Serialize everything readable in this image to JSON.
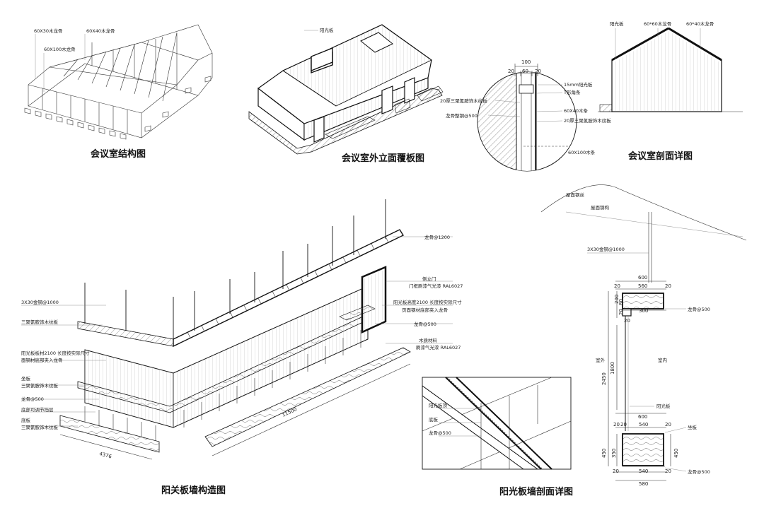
{
  "captions": {
    "structure": "会议室结构图",
    "cladding": "会议室外立面覆板图",
    "section": "会议室剖面详图",
    "wall_construction": "阳关板墙构造图",
    "wall_section": "阳光板墙剖面详图"
  },
  "structure_labels": {
    "a": "60X30木龙骨",
    "b": "60X40木龙骨",
    "c": "60X100木龙骨"
  },
  "cladding_labels": {
    "a": "阳光板"
  },
  "section_detail": {
    "d100": "100",
    "d20a": "20",
    "d60": "60",
    "d20b": "20",
    "n1": "15mm阳光板",
    "n2": "T形角条",
    "n3": "20厚三聚氰胺饰木纹板",
    "n4": "60X40木条",
    "n5": "龙骨整钢@500",
    "n6": "20厚三聚氰胺饰木纹板",
    "n7": "60X100木条"
  },
  "section_elev": {
    "a": "阳光板",
    "b": "60*60木龙骨",
    "c": "60*40木龙骨"
  },
  "wall_labels": {
    "l1": "3X30金钢@1000",
    "l2": "三聚氰胺饰木纹板",
    "l3": "阳光板板材2100  长度按实际尺寸",
    "l4": "面钢材底部夹入龙骨",
    "l5": "坐板",
    "l6": "三聚氰胺饰木纹板",
    "l7": "龙骨@500",
    "l8": "底部可调节挡层",
    "l9": "底板",
    "l10": "三聚氰胺饰木纹板",
    "r1": "龙骨@1200",
    "r2": "侧立门",
    "r3": "门框刷漆气光漆  RAL6027",
    "r4": "阳光板高度2100  长度按实际尺寸",
    "r5": "页面钢材底部夹入龙骨",
    "r6": "龙骨@500",
    "r7": "木质材料",
    "r8": "刷漆气光漆  RAL6027",
    "dim_long": "11500",
    "dim_short": "4376"
  },
  "zoom_labels": {
    "a": "阳光板顶",
    "b": "底板",
    "c": "龙骨@500"
  },
  "wall_section": {
    "t1": "屋面钢丝",
    "t2": "屋面钢构",
    "t3": "3X30金钢@1000",
    "w600a": "600",
    "w20a": "20",
    "w560": "560",
    "w20b": "20",
    "h200": "200",
    "h80": "80",
    "h20a": "20",
    "w300": "300",
    "w20c": "20",
    "n_top": "龙骨@500",
    "h2450": "2450",
    "h1800": "1800",
    "out": "室外",
    "in": "室内",
    "sun": "阳光板",
    "w600b": "600",
    "w20d": "20",
    "w20e": "20",
    "w540a": "540",
    "w20f": "20",
    "n_seat": "坐板",
    "h450a": "450",
    "h350": "350",
    "h450b": "450",
    "w20g": "20",
    "w540b": "540",
    "w20h": "20",
    "w580": "580",
    "n_bot": "龙骨@500"
  }
}
